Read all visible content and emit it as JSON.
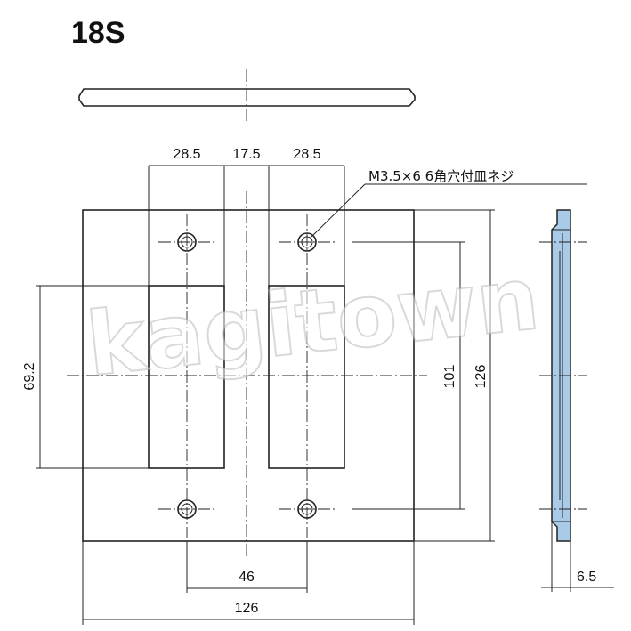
{
  "title": "18S",
  "screw_note": "M3.5×6 6角穴付皿ネジ",
  "watermark": "kagitown",
  "colors": {
    "side_profile_fill": "#a9cbe8",
    "line": "#222222"
  },
  "dimensions": {
    "top_left_gap": "28.5",
    "top_center_gap": "17.5",
    "top_right_gap": "28.5",
    "opening_height": "69.2",
    "screw_pitch_vertical": "101",
    "plate_height": "126",
    "screw_pitch_horizontal": "46",
    "plate_width": "126",
    "plate_thickness": "6.5"
  }
}
